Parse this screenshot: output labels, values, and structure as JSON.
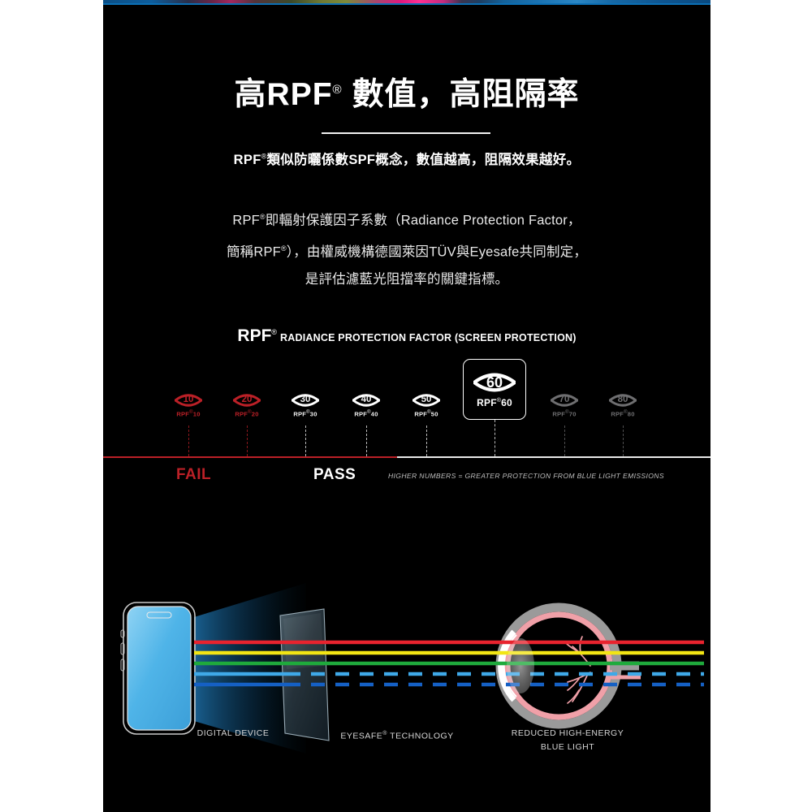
{
  "page": {
    "background": "#000000",
    "accent_fail": "#bb2027",
    "accent_pass": "#ffffff"
  },
  "header": {
    "title_pre": "高",
    "title_rpf": "RPF",
    "title_sup": "®",
    "title_post": " 數值，高阻隔率",
    "subtitle_pre": "RPF",
    "subtitle_sup": "®",
    "subtitle_post": "類似防曬係數SPF概念，數值越高，阻隔效果越好。"
  },
  "body": {
    "line1_pre": "RPF",
    "line1_sup": "®",
    "line1_post": "即輻射保護因子系數（Radiance Protection Factor，",
    "line2_pre": "簡稱RPF",
    "line2_sup": "®",
    "line2_post": "），由權威機構德國萊因TÜV與Eyesafe共同制定，",
    "line3": "是評估濾藍光阻擋率的關鍵指標。"
  },
  "scale": {
    "acronym": "RPF",
    "acronym_sup": "®",
    "description": "RADIANCE PROTECTION FACTOR (SCREEN PROTECTION)",
    "fail_label": "FAIL",
    "pass_label": "PASS",
    "note": "HIGHER NUMBERS = GREATER PROTECTION FROM BLUE LIGHT EMISSIONS",
    "badges": [
      {
        "value": "10",
        "label_pre": "RPF",
        "label_sup": "®",
        "label_post": "10",
        "state": "fail",
        "highlight": false
      },
      {
        "value": "20",
        "label_pre": "RPF",
        "label_sup": "®",
        "label_post": "20",
        "state": "fail",
        "highlight": false
      },
      {
        "value": "30",
        "label_pre": "RPF",
        "label_sup": "®",
        "label_post": "30",
        "state": "pass",
        "highlight": false
      },
      {
        "value": "40",
        "label_pre": "RPF",
        "label_sup": "®",
        "label_post": "40",
        "state": "pass",
        "highlight": false
      },
      {
        "value": "50",
        "label_pre": "RPF",
        "label_sup": "®",
        "label_post": "50",
        "state": "pass",
        "highlight": false
      },
      {
        "value": "60",
        "label_pre": "RPF",
        "label_sup": "®",
        "label_post": "60",
        "state": "pass",
        "highlight": true
      },
      {
        "value": "70",
        "label_pre": "RPF",
        "label_sup": "®",
        "label_post": "70",
        "state": "dim",
        "highlight": false
      },
      {
        "value": "80",
        "label_pre": "RPF",
        "label_sup": "®",
        "label_post": "80",
        "state": "dim",
        "highlight": false
      }
    ]
  },
  "illustration": {
    "caption_device": "DIGITAL DEVICE",
    "caption_tech_pre": "EYESAFE",
    "caption_tech_sup": "®",
    "caption_tech_post": " TECHNOLOGY",
    "caption_result_line1": "REDUCED HIGH-ENERGY",
    "caption_result_line2": "BLUE LIGHT",
    "ray_colors": [
      "#e8232e",
      "#f2e514",
      "#1faa3c",
      "#3fa9e8",
      "#1560c4"
    ]
  }
}
